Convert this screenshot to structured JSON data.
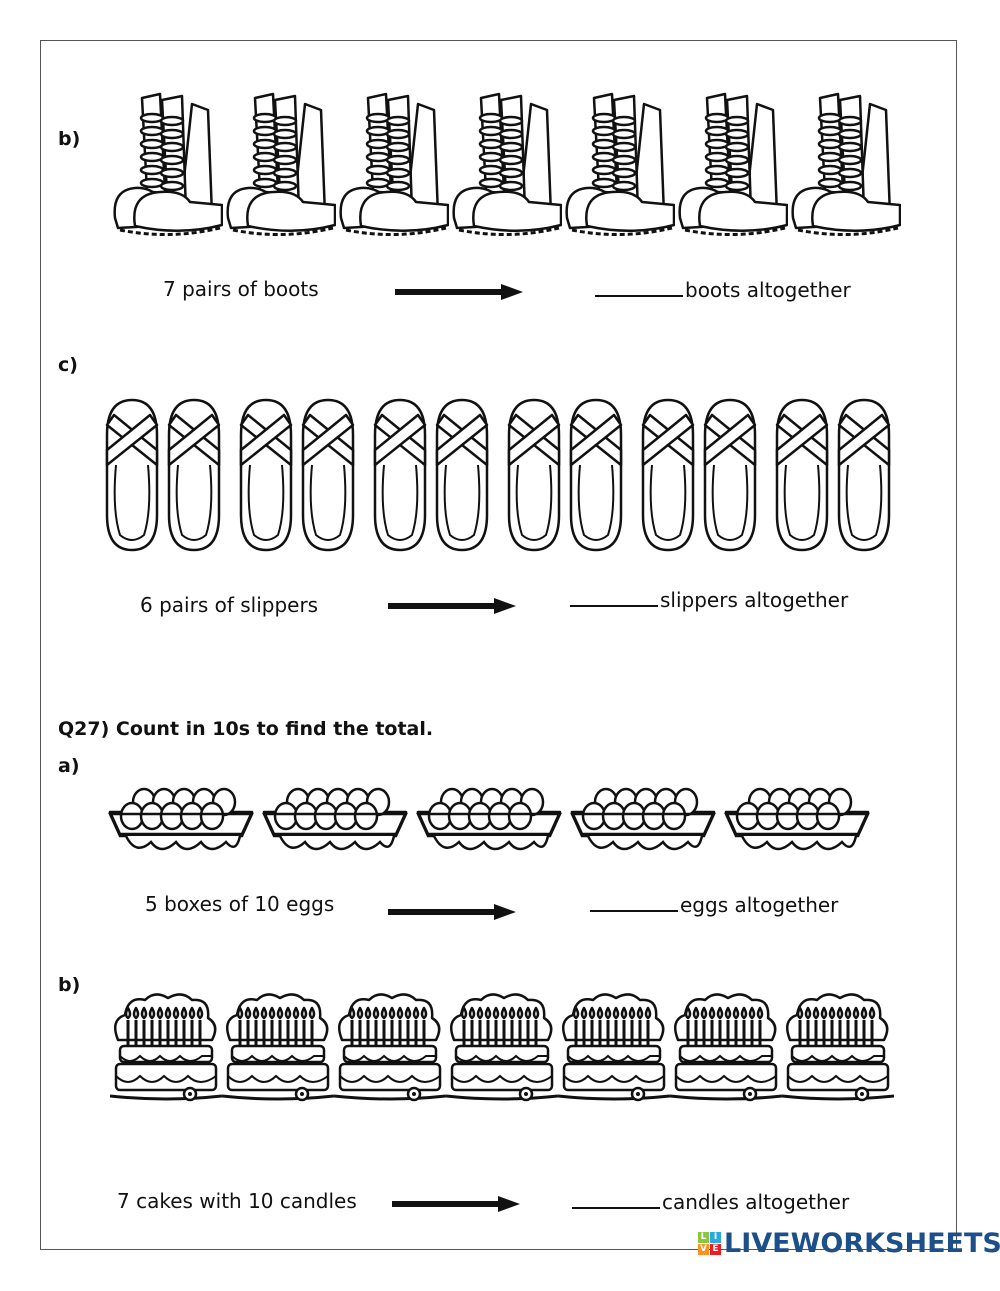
{
  "section_b": {
    "label": "b)",
    "item": "boot",
    "count": 7,
    "question": "7 pairs of boots",
    "answer_suffix": "boots altogether"
  },
  "section_c": {
    "label": "c)",
    "item": "slipper-pair",
    "count": 6,
    "question": "6 pairs of slippers",
    "answer_suffix": "slippers altogether"
  },
  "q27": {
    "title": "Q27) Count in 10s to find the total.",
    "a": {
      "label": "a)",
      "item": "egg-box",
      "count": 5,
      "question": "5 boxes of 10 eggs",
      "answer_suffix": "eggs altogether"
    },
    "b": {
      "label": "b)",
      "item": "cake",
      "count": 7,
      "question": "7 cakes with 10 candles",
      "answer_suffix": "candles altogether"
    }
  },
  "footer": {
    "logo_text": "LIVEWORKSHEETS",
    "logo_blocks": [
      "L",
      "I",
      "V",
      "E"
    ],
    "logo_colors": [
      "#8cc63f",
      "#29abe2",
      "#f7931e",
      "#ed1c24"
    ],
    "brand_color": "#1d4f8a"
  }
}
